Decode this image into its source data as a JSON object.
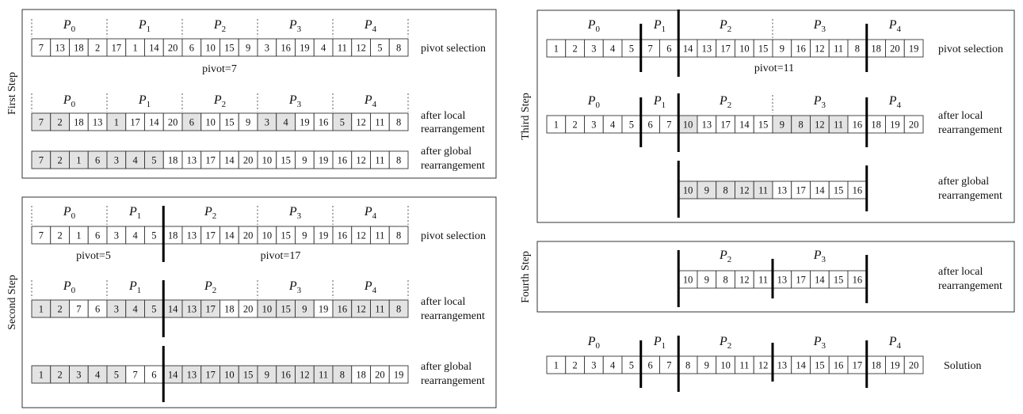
{
  "colors": {
    "shaded": "#e3e3e3",
    "plain": "#ffffff",
    "stroke": "#333333"
  },
  "labels": {
    "pivot_selection": "pivot selection",
    "after_local": [
      "after local",
      "rearrangement"
    ],
    "after_global": [
      "after global",
      "rearrangement"
    ],
    "solution": "Solution"
  },
  "steps": [
    {
      "title": "First Step",
      "rows": [
        {
          "kind": "pivot_selection",
          "values": [
            7,
            13,
            18,
            2,
            17,
            1,
            14,
            20,
            6,
            10,
            15,
            9,
            3,
            16,
            19,
            4,
            11,
            12,
            5,
            8
          ],
          "shaded": [],
          "partitions": [
            "P0",
            "P1",
            "P2",
            "P3",
            "P4"
          ],
          "pivots": [
            "pivot=7"
          ]
        },
        {
          "kind": "after_local",
          "values": [
            7,
            2,
            18,
            13,
            1,
            17,
            14,
            20,
            6,
            10,
            15,
            9,
            3,
            4,
            19,
            16,
            5,
            12,
            11,
            8
          ],
          "shaded": [
            0,
            1,
            4,
            8,
            12,
            13,
            16
          ],
          "partitions": [
            "P0",
            "P1",
            "P2",
            "P3",
            "P4"
          ]
        },
        {
          "kind": "after_global",
          "values": [
            7,
            2,
            1,
            6,
            3,
            4,
            5,
            18,
            13,
            17,
            14,
            20,
            10,
            15,
            9,
            19,
            16,
            12,
            11,
            8
          ],
          "shaded": [
            0,
            1,
            2,
            3,
            4,
            5,
            6
          ]
        }
      ]
    },
    {
      "title": "Second Step",
      "rows": [
        {
          "kind": "pivot_selection",
          "values": [
            7,
            2,
            1,
            6,
            3,
            4,
            5,
            18,
            13,
            17,
            14,
            20,
            10,
            15,
            9,
            19,
            16,
            12,
            11,
            8
          ],
          "shaded": [],
          "partitions": [
            "P0",
            "P1",
            "P2",
            "P3",
            "P4"
          ],
          "pivots": [
            "pivot=5",
            "pivot=17"
          ]
        },
        {
          "kind": "after_local",
          "values": [
            1,
            2,
            7,
            6,
            3,
            4,
            5,
            14,
            13,
            17,
            18,
            20,
            10,
            15,
            9,
            19,
            16,
            12,
            11,
            8
          ],
          "shaded": [
            0,
            1,
            4,
            5,
            6,
            7,
            8,
            9,
            12,
            13,
            14,
            16,
            17,
            18,
            19
          ],
          "partitions": [
            "P0",
            "P1",
            "P2",
            "P3",
            "P4"
          ]
        },
        {
          "kind": "after_global",
          "values": [
            1,
            2,
            3,
            4,
            5,
            7,
            6,
            14,
            13,
            17,
            10,
            15,
            9,
            16,
            12,
            11,
            8,
            18,
            20,
            19
          ],
          "shaded": [
            0,
            1,
            2,
            3,
            4,
            7,
            8,
            9,
            10,
            11,
            12,
            13,
            14,
            15,
            16
          ]
        }
      ]
    },
    {
      "title": "Third Step",
      "rows": [
        {
          "kind": "pivot_selection",
          "values": [
            1,
            2,
            3,
            4,
            5,
            7,
            6,
            14,
            13,
            17,
            10,
            15,
            9,
            16,
            12,
            11,
            8,
            18,
            20,
            19
          ],
          "shaded": [],
          "partitions": [
            "P0",
            "P1",
            "P2",
            "P3",
            "P4"
          ],
          "pivots": [
            "pivot=11"
          ]
        },
        {
          "kind": "after_local",
          "values": [
            1,
            2,
            3,
            4,
            5,
            6,
            7,
            10,
            13,
            17,
            14,
            15,
            9,
            8,
            12,
            11,
            16,
            18,
            19,
            20
          ],
          "shaded": [
            7,
            12,
            13,
            14,
            15
          ],
          "partitions": [
            "P0",
            "P1",
            "P2",
            "P3",
            "P4"
          ]
        },
        {
          "kind": "after_global",
          "values": [
            10,
            9,
            8,
            12,
            11,
            13,
            17,
            14,
            15,
            16
          ],
          "shaded": [
            0,
            1,
            2,
            3,
            4
          ]
        }
      ]
    },
    {
      "title": "Fourth Step",
      "rows": [
        {
          "kind": "after_local",
          "values": [
            10,
            9,
            8,
            12,
            11,
            13,
            17,
            14,
            15,
            16
          ],
          "shaded": [],
          "partitions": [
            "P2",
            "P3"
          ]
        }
      ]
    },
    {
      "title": "",
      "rows": [
        {
          "kind": "solution",
          "values": [
            1,
            2,
            3,
            4,
            5,
            6,
            7,
            8,
            9,
            10,
            11,
            12,
            13,
            14,
            15,
            16,
            17,
            18,
            19,
            20
          ],
          "shaded": [],
          "partitions": [
            "P0",
            "P1",
            "P2",
            "P3",
            "P4"
          ]
        }
      ]
    }
  ]
}
